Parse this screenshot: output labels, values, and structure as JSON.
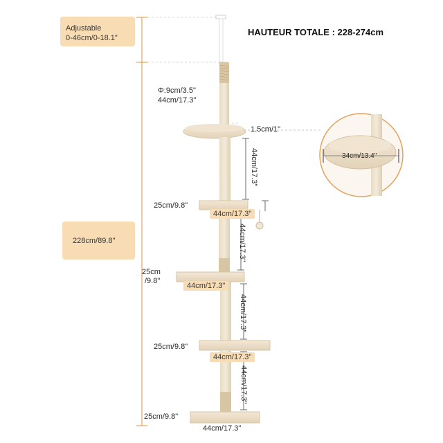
{
  "title": "HAUTEUR TOTALE : 228-274cm",
  "adjustable_box": {
    "line1": "Adjustable",
    "line2": "0-46cm/0-18.1\""
  },
  "total_box": "228cm/89.8\"",
  "post_diameter": "Φ:9cm/3.5\"",
  "top_post_height": "44cm/17.3\"",
  "bed_thickness": "1.5cm/1\"",
  "bed_diameter": "34cm/13.4\"",
  "segment_height": "44cm/17.3\"",
  "levels": [
    {
      "width_label": "44cm/17.3\"",
      "depth_label": "25cm/9.8\""
    },
    {
      "width_label": "44cm/17.3\"",
      "depth_label_line1": "25cm",
      "depth_label_line2": "/9.8\""
    },
    {
      "width_label": "44cm/17.3\"",
      "depth_label": "25cm/9.8\""
    },
    {
      "width_label": "44cm/17.3\"",
      "depth_label": "25cm/9.8\""
    }
  ],
  "colors": {
    "accent": "#f7dcb4",
    "plush": "#efe1cc",
    "post": "#ece1cd",
    "dimension_line": "#e3a35f",
    "sisal": "#d8c6a2"
  }
}
